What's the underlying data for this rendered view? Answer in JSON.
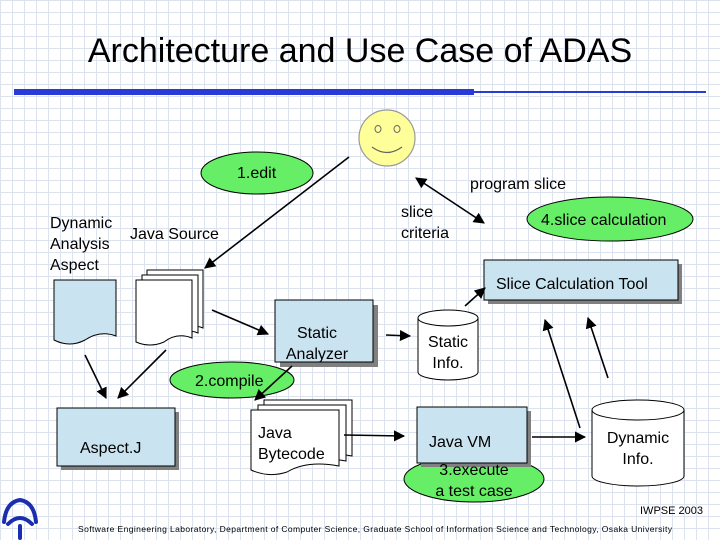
{
  "title": "Architecture and Use Case of ADAS",
  "colors": {
    "rule": "#2a3ad6",
    "ellipse_fill": "#66ee66",
    "box_fill": "#c9e4f0",
    "face_fill": "#ffff99"
  },
  "nodes": {
    "edit": "1.edit",
    "program_slice": "program slice",
    "slice_criteria": [
      "slice",
      "criteria"
    ],
    "slice_calculation": "4.slice calculation",
    "dynamic_analysis_aspect": [
      "Dynamic",
      "Analysis",
      "Aspect"
    ],
    "java_source": "Java Source",
    "slice_calculation_tool": "Slice Calculation Tool",
    "static_analyzer": [
      "Static",
      "Analyzer"
    ],
    "static_info": [
      "Static",
      "Info."
    ],
    "compile": "2.compile",
    "aspectj": "Aspect.J",
    "java_bytecode": [
      "Java",
      "Bytecode"
    ],
    "java_vm": "Java VM",
    "execute": [
      "3.execute",
      "a test case"
    ],
    "dynamic_info": [
      "Dynamic",
      "Info."
    ]
  },
  "footer": "Software Engineering Laboratory, Department of Computer Science, Graduate School of Information Science and Technology, Osaka University",
  "conference": "IWPSE 2003",
  "icons": [
    "user-face-icon",
    "university-logo-icon"
  ]
}
